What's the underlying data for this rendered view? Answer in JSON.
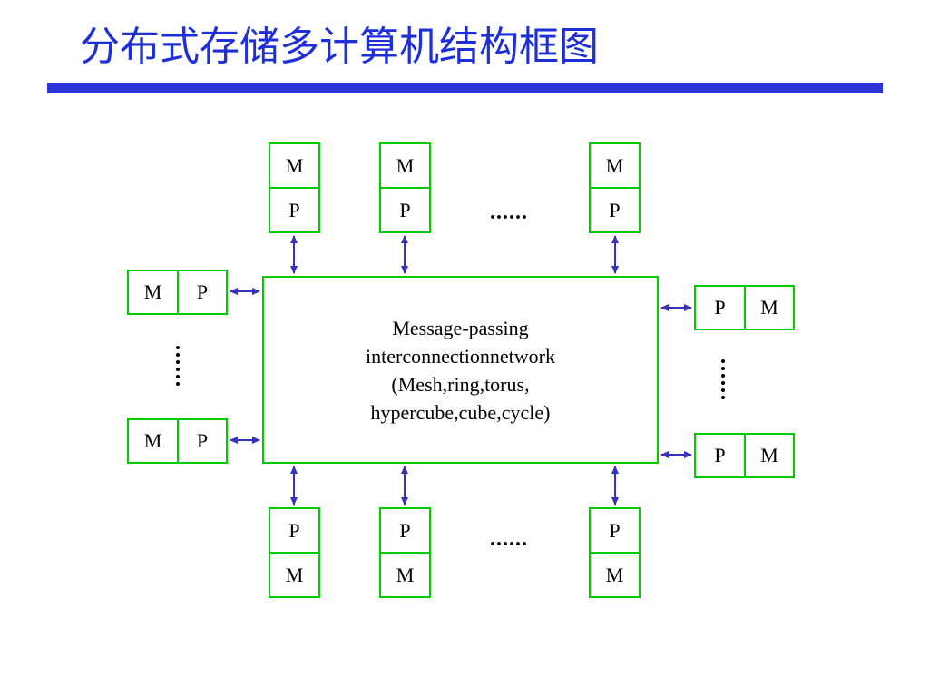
{
  "slide": {
    "title": "分布式存储多计算机结构框图"
  },
  "labels": {
    "memory": "M",
    "processor": "P",
    "ellipsis": "......"
  },
  "network": {
    "line1": "Message-passing",
    "line2": "interconnectionnetwork",
    "line3": "(Mesh,ring,torus,",
    "line4": "hypercube,cube,cycle)"
  },
  "colors": {
    "title": "#1f2fd8",
    "title_bar": "#2f34d9",
    "box_border": "#00cc00",
    "arrow": "#3333bb"
  }
}
